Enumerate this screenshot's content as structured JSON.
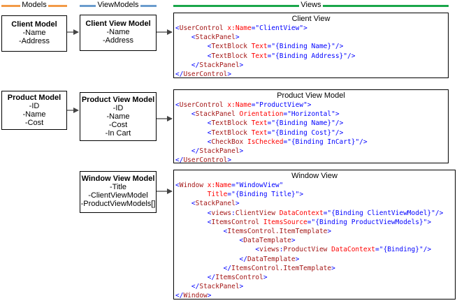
{
  "headers": {
    "models": "Models",
    "viewmodels": "ViewModels",
    "views": "Views"
  },
  "colors": {
    "models": "#f29a47",
    "viewmodels": "#6a9ccd",
    "views": "#1aa64a",
    "tag": "#a31515",
    "attr": "#ff0000",
    "value": "#0000ff"
  },
  "models": [
    {
      "title": "Client Model",
      "lines": [
        "-Name",
        "-Address"
      ]
    },
    {
      "title": "Product Model",
      "lines": [
        "-ID",
        "-Name",
        "-Cost"
      ]
    }
  ],
  "viewmodels": [
    {
      "title": "Client View Model",
      "lines": [
        "-Name",
        "-Address"
      ]
    },
    {
      "title": "Product View Model",
      "lines": [
        "-ID",
        "-Name",
        "-Cost",
        "-In Cart"
      ]
    },
    {
      "title": "Window View Model",
      "lines": [
        "-Title",
        "-ClientViewModel",
        "-ProductViewModels[]"
      ]
    }
  ],
  "views": [
    {
      "title": "Client View",
      "code": [
        [
          [
            "p",
            "<"
          ],
          [
            "t",
            "UserControl "
          ],
          [
            "a",
            "x:Name"
          ],
          [
            "p",
            "=\""
          ],
          [
            "v",
            "ClientView"
          ],
          [
            "p",
            "\">"
          ]
        ],
        [
          [
            "s",
            "    "
          ],
          [
            "p",
            "<"
          ],
          [
            "t",
            "StackPanel"
          ],
          [
            "p",
            ">"
          ]
        ],
        [
          [
            "s",
            "        "
          ],
          [
            "p",
            "<"
          ],
          [
            "t",
            "TextBlock "
          ],
          [
            "a",
            "Text"
          ],
          [
            "p",
            "=\""
          ],
          [
            "v",
            "{Binding Name}"
          ],
          [
            "p",
            "\"/>"
          ]
        ],
        [
          [
            "s",
            "        "
          ],
          [
            "p",
            "<"
          ],
          [
            "t",
            "TextBlock "
          ],
          [
            "a",
            "Text"
          ],
          [
            "p",
            "=\""
          ],
          [
            "v",
            "{Binding Address}"
          ],
          [
            "p",
            "\"/>"
          ]
        ],
        [
          [
            "s",
            "    "
          ],
          [
            "p",
            "</"
          ],
          [
            "t",
            "StackPanel"
          ],
          [
            "p",
            ">"
          ]
        ],
        [
          [
            "p",
            "</"
          ],
          [
            "t",
            "UserControl"
          ],
          [
            "p",
            ">"
          ]
        ]
      ]
    },
    {
      "title": "Product View Model",
      "code": [
        [
          [
            "p",
            "<"
          ],
          [
            "t",
            "UserControl "
          ],
          [
            "a",
            "x:Name"
          ],
          [
            "p",
            "=\""
          ],
          [
            "v",
            "ProductView"
          ],
          [
            "p",
            "\">"
          ]
        ],
        [
          [
            "s",
            "    "
          ],
          [
            "p",
            "<"
          ],
          [
            "t",
            "StackPanel "
          ],
          [
            "a",
            "Orientation"
          ],
          [
            "p",
            "=\""
          ],
          [
            "v",
            "Horizontal"
          ],
          [
            "p",
            "\">"
          ]
        ],
        [
          [
            "s",
            "        "
          ],
          [
            "p",
            "<"
          ],
          [
            "t",
            "TextBlock "
          ],
          [
            "a",
            "Text"
          ],
          [
            "p",
            "=\""
          ],
          [
            "v",
            "{Binding Name}"
          ],
          [
            "p",
            "\"/>"
          ]
        ],
        [
          [
            "s",
            "        "
          ],
          [
            "p",
            "<"
          ],
          [
            "t",
            "TextBlock "
          ],
          [
            "a",
            "Text"
          ],
          [
            "p",
            "=\""
          ],
          [
            "v",
            "{Binding Cost}"
          ],
          [
            "p",
            "\"/>"
          ]
        ],
        [
          [
            "s",
            "        "
          ],
          [
            "p",
            "<"
          ],
          [
            "t",
            "CheckBox "
          ],
          [
            "a",
            "IsChecked"
          ],
          [
            "p",
            "=\""
          ],
          [
            "v",
            "{Binding InCart}"
          ],
          [
            "p",
            "\"/>"
          ]
        ],
        [
          [
            "s",
            "    "
          ],
          [
            "p",
            "</"
          ],
          [
            "t",
            "StackPanel"
          ],
          [
            "p",
            ">"
          ]
        ],
        [
          [
            "p",
            "</"
          ],
          [
            "t",
            "UserControl"
          ],
          [
            "p",
            ">"
          ]
        ]
      ]
    },
    {
      "title": "Window View",
      "code": [
        [
          [
            "p",
            "<"
          ],
          [
            "t",
            "Window "
          ],
          [
            "a",
            "x:Name"
          ],
          [
            "p",
            "=\""
          ],
          [
            "v",
            "WindowView"
          ],
          [
            "p",
            "\""
          ]
        ],
        [
          [
            "s",
            "        "
          ],
          [
            "a",
            "Title"
          ],
          [
            "p",
            "=\""
          ],
          [
            "v",
            "{Binding Title}"
          ],
          [
            "p",
            "\">"
          ]
        ],
        [
          [
            "s",
            "    "
          ],
          [
            "p",
            "<"
          ],
          [
            "t",
            "StackPanel"
          ],
          [
            "p",
            ">"
          ]
        ],
        [
          [
            "s",
            "        "
          ],
          [
            "p",
            "<"
          ],
          [
            "t",
            "views"
          ],
          [
            "p",
            ":"
          ],
          [
            "t",
            "ClientView "
          ],
          [
            "a",
            "DataContext"
          ],
          [
            "p",
            "=\""
          ],
          [
            "v",
            "{Binding ClientViewModel}"
          ],
          [
            "p",
            "\"/>"
          ]
        ],
        [
          [
            "s",
            "        "
          ],
          [
            "p",
            "<"
          ],
          [
            "t",
            "ItemsControl "
          ],
          [
            "a",
            "ItemsSource"
          ],
          [
            "p",
            "=\""
          ],
          [
            "v",
            "{Binding ProductViewModels}"
          ],
          [
            "p",
            "\">"
          ]
        ],
        [
          [
            "s",
            "            "
          ],
          [
            "p",
            "<"
          ],
          [
            "t",
            "ItemsControl.ItemTemplate"
          ],
          [
            "p",
            ">"
          ]
        ],
        [
          [
            "s",
            "                "
          ],
          [
            "p",
            "<"
          ],
          [
            "t",
            "DataTemplate"
          ],
          [
            "p",
            ">"
          ]
        ],
        [
          [
            "s",
            "                    "
          ],
          [
            "p",
            "<"
          ],
          [
            "t",
            "views"
          ],
          [
            "p",
            ":"
          ],
          [
            "t",
            "ProductView "
          ],
          [
            "a",
            "DataContext"
          ],
          [
            "p",
            "=\""
          ],
          [
            "v",
            "{Binding}"
          ],
          [
            "p",
            "\"/>"
          ]
        ],
        [
          [
            "s",
            "                "
          ],
          [
            "p",
            "</"
          ],
          [
            "t",
            "DataTemplate"
          ],
          [
            "p",
            ">"
          ]
        ],
        [
          [
            "s",
            "            "
          ],
          [
            "p",
            "</"
          ],
          [
            "t",
            "ItemsControl.ItemTemplate"
          ],
          [
            "p",
            ">"
          ]
        ],
        [
          [
            "s",
            "        "
          ],
          [
            "p",
            "</"
          ],
          [
            "t",
            "ItemsControl"
          ],
          [
            "p",
            ">"
          ]
        ],
        [
          [
            "s",
            "    "
          ],
          [
            "p",
            "</"
          ],
          [
            "t",
            "StackPanel"
          ],
          [
            "p",
            ">"
          ]
        ],
        [
          [
            "p",
            "</"
          ],
          [
            "t",
            "Window"
          ],
          [
            "p",
            ">"
          ]
        ]
      ]
    }
  ]
}
